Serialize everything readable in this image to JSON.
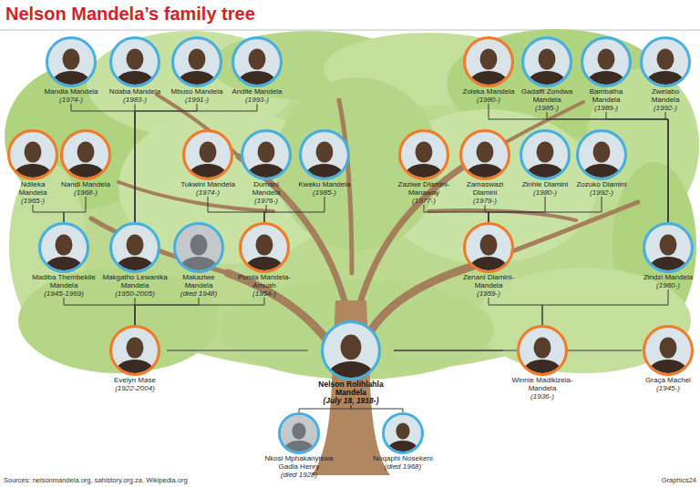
{
  "diagram": {
    "title": "Nelson Mandela’s family tree",
    "nodes": [
      {
        "text": [
          "Mandla Mandela",
          "(1974-)"
        ]
      },
      {
        "text": [
          "Ndaba Mandela",
          "(1983-)"
        ]
      },
      {
        "text": [
          "Mbuso Mandela",
          "(1991-)"
        ]
      },
      {
        "text": [
          "Andile Mandela",
          "(1993-)"
        ]
      },
      {
        "text": [
          "Zoleka Mandela",
          "(1980-)"
        ]
      },
      {
        "text": [
          "Gadaffi Zondwa Mandela",
          "(1985-)"
        ]
      },
      {
        "text": [
          "Bambatha Mandela",
          "(1989-)"
        ]
      },
      {
        "text": [
          "Zwelabo Mandela",
          "(1992-)"
        ]
      },
      {
        "text": [
          "Ndileka Mandela",
          "(1965-)"
        ]
      },
      {
        "text": [
          "Nandi Mandela",
          "(1968-)"
        ]
      },
      {
        "text": [
          "Tukwini Mandela",
          "(1974-)"
        ]
      },
      {
        "text": [
          "Dumani Mandela",
          "(1976-)"
        ]
      },
      {
        "text": [
          "Kweku Mandela",
          "(1985-)"
        ]
      },
      {
        "text": [
          "Zaziwe Dlamini-Manaway",
          "(1977-)"
        ]
      },
      {
        "text": [
          "Zamaswazi Dlamini",
          "(1979-)"
        ]
      },
      {
        "text": [
          "Zinhle Dlamini",
          "(1980-)"
        ]
      },
      {
        "text": [
          "Zozuko Dlamini",
          "(1992-)"
        ]
      },
      {
        "text": [
          "Madiba Thembekile Mandela",
          "(1945-1969)"
        ]
      },
      {
        "text": [
          "Makgatho Lewanika Mandela",
          "(1950-2005)"
        ]
      },
      {
        "text": [
          "Makaziwe Mandela",
          "(died 1948)"
        ]
      },
      {
        "text": [
          "Pumla Mandela-Amuah",
          "(1954-)"
        ]
      },
      {
        "text": [
          "Zenani Dlamini-Mandela",
          "(1959-)"
        ]
      },
      {
        "text": [
          "Zindzi Mandela",
          "(1960-)"
        ]
      },
      {
        "text": [
          "Evelyn Mase",
          "(1922-2004)"
        ]
      },
      {
        "text": [
          "Nelson Rolihlahla Mandela",
          "(July 18, 1918-)"
        ]
      },
      {
        "text": [
          "Winnie Madikizela-Mandela",
          "(1936-)"
        ]
      },
      {
        "text": [
          "Graça Machel",
          "(1945-)"
        ]
      },
      {
        "text": [
          "Nkosi Mphakanyiswa Gadla Henry",
          "(died 1928)"
        ]
      },
      {
        "text": [
          "Noqaphi Nosekeni",
          "(died 1968)"
        ]
      }
    ],
    "edges": [
      {
        "from": 18,
        "to": 0,
        "arrow": "none"
      },
      {
        "from": 18,
        "to": 1,
        "arrow": "none"
      },
      {
        "from": 18,
        "to": 2,
        "arrow": "none"
      },
      {
        "from": 18,
        "to": 3,
        "arrow": "none"
      },
      {
        "from": 22,
        "to": 4,
        "arrow": "none"
      },
      {
        "from": 22,
        "to": 5,
        "arrow": "none"
      },
      {
        "from": 22,
        "to": 6,
        "arrow": "none"
      },
      {
        "from": 22,
        "to": 7,
        "arrow": "none"
      },
      {
        "from": 17,
        "to": 8,
        "arrow": "none"
      },
      {
        "from": 17,
        "to": 9,
        "arrow": "none"
      },
      {
        "from": 20,
        "to": 10,
        "arrow": "none"
      },
      {
        "from": 20,
        "to": 11,
        "arrow": "none"
      },
      {
        "from": 20,
        "to": 12,
        "arrow": "none"
      },
      {
        "from": 21,
        "to": 13,
        "arrow": "none"
      },
      {
        "from": 21,
        "to": 14,
        "arrow": "none"
      },
      {
        "from": 21,
        "to": 15,
        "arrow": "none"
      },
      {
        "from": 21,
        "to": 16,
        "arrow": "none"
      },
      {
        "from": 23,
        "to": 17,
        "arrow": "none"
      },
      {
        "from": 23,
        "to": 18,
        "arrow": "none"
      },
      {
        "from": 23,
        "to": 19,
        "arrow": "none"
      },
      {
        "from": 23,
        "to": 20,
        "arrow": "none"
      },
      {
        "from": 25,
        "to": 21,
        "arrow": "none"
      },
      {
        "from": 25,
        "to": 22,
        "arrow": "none"
      },
      {
        "from": 24,
        "to": 23,
        "arrow": "none"
      },
      {
        "from": 24,
        "to": 25,
        "arrow": "none"
      },
      {
        "from": 24,
        "to": 26,
        "arrow": "none"
      },
      {
        "from": 27,
        "to": 24,
        "arrow": "none"
      },
      {
        "from": 28,
        "to": 24,
        "arrow": "none"
      }
    ],
    "labels": [
      "Sources: nelsonmandela.org, sahistory.org.za, Wikipedia.org",
      "Graphics24"
    ]
  }
}
